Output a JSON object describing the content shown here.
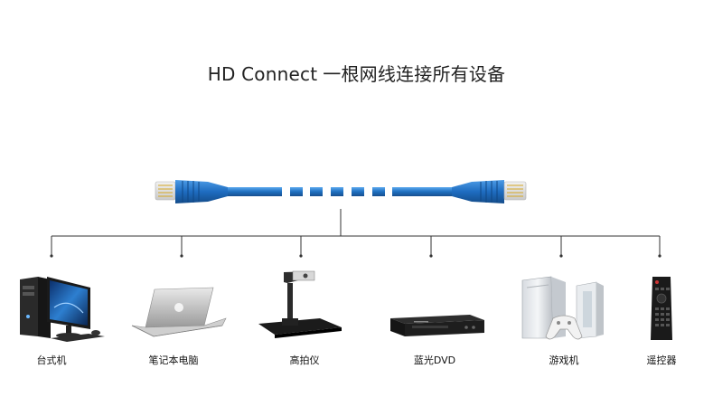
{
  "title": {
    "prefix": "HD Connect",
    "text": "一根网线连接所有设备"
  },
  "devices": [
    {
      "label": "台式机",
      "icon": "desktop-pc-icon"
    },
    {
      "label": "笔记本电脑",
      "icon": "laptop-icon"
    },
    {
      "label": "高拍仪",
      "icon": "document-camera-icon"
    },
    {
      "label": "蓝光DVD",
      "icon": "dvd-player-icon"
    },
    {
      "label": "游戏机",
      "icon": "game-console-icon"
    },
    {
      "label": "遥控器",
      "icon": "remote-control-icon"
    }
  ],
  "colors": {
    "cable": "#1f6fc0",
    "cable_light": "#3a8fe0",
    "connector": "#2a7ad4",
    "line": "#333333"
  }
}
